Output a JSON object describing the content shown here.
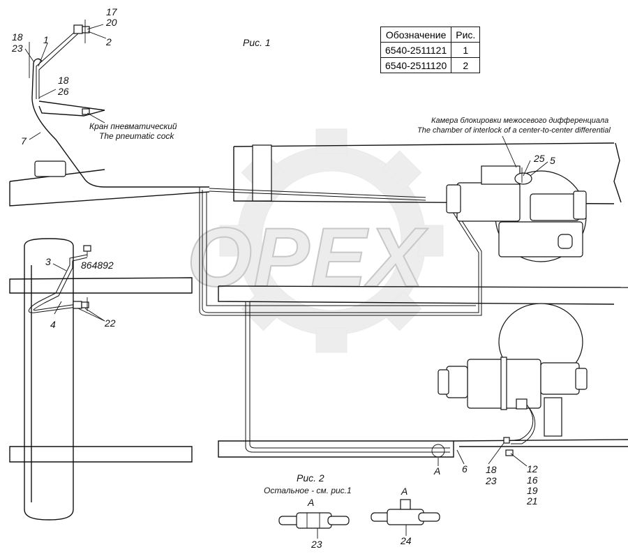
{
  "figures": {
    "fig1_title": "Рис. 1",
    "fig2_title": "Рис. 2",
    "fig2_note": "Остальное - см. рис.1"
  },
  "spec_table": {
    "headers": [
      "Обозначение",
      "Рис."
    ],
    "rows": [
      [
        "6540-2511121",
        "1"
      ],
      [
        "6540-2511120",
        "2"
      ]
    ]
  },
  "callouts": {
    "cock_ru": "Кран пневматический",
    "cock_en": "The pneumatic cock",
    "chamber_ru": "Камера блокировки межосевого дифференциала",
    "chamber_en": "The chamber of interlock of a center-to-center differential"
  },
  "positions": {
    "p17": "17",
    "p20": "20",
    "p2": "2",
    "p18a": "18",
    "p23a": "23",
    "p1": "1",
    "p18b": "18",
    "p26": "26",
    "p7": "7",
    "p25": "25",
    "p5": "5",
    "p3": "3",
    "part864892": "864892",
    "p4": "4",
    "p22": "22",
    "pA": "A",
    "p6": "6",
    "p18c": "18",
    "p23c": "23",
    "p12": "12",
    "p16": "16",
    "p19": "19",
    "p21": "21",
    "detA1": "A",
    "detA2": "A",
    "p23d": "23",
    "p24": "24"
  },
  "watermark": "OPEX"
}
